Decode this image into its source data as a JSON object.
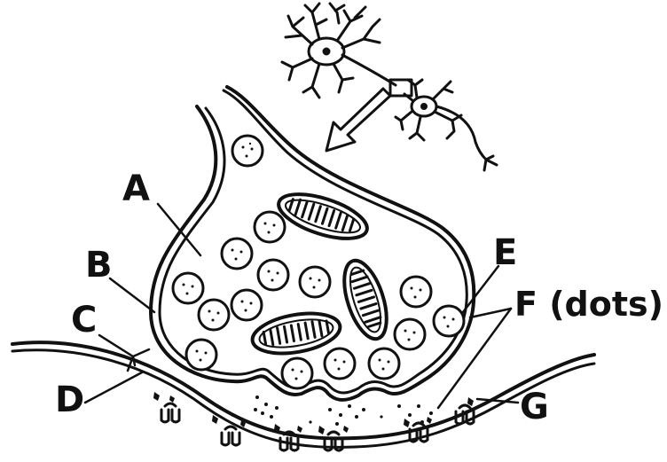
{
  "diagram": {
    "labels": {
      "a": "A",
      "b": "B",
      "c": "C",
      "d": "D",
      "e": "E",
      "f": "F (dots)",
      "g": "G"
    }
  }
}
